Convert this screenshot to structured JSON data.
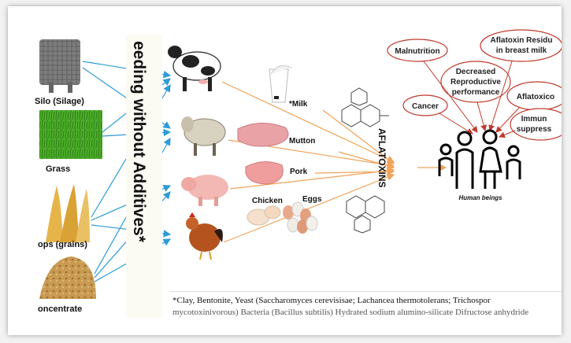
{
  "feed_sources": {
    "silo": "Silo (Silage)",
    "grass": "Grass",
    "crops": "ops (grains)",
    "concentrate": "oncentrate"
  },
  "vertical_title": "eeding without Additives*",
  "products": {
    "milk": "*Milk",
    "mutton": "Mutton",
    "pork": "Pork",
    "chicken": "Chicken",
    "eggs": "Eggs"
  },
  "aflatoxins_label": "AFLATOXINS",
  "human_label": "Human beings",
  "effects": [
    {
      "lines": [
        "Malnutrition"
      ]
    },
    {
      "lines": [
        "Aflatoxin Residu",
        "in breast milk"
      ]
    },
    {
      "lines": [
        "Decreased",
        "Reproductive",
        "performance"
      ]
    },
    {
      "lines": [
        "Aflatoxico"
      ]
    },
    {
      "lines": [
        "Cancer"
      ]
    },
    {
      "lines": [
        "Immun",
        "suppress"
      ]
    }
  ],
  "footnote": {
    "line1": "*Clay, Bentonite, Yeast (Saccharomyces cerevisisae; Lachancea thermotolerans; Trichospor",
    "line2": "mycotoxinivorous) Bacteria (Bacillus subtilis) Hydrated sodium alumino-silicate Difructose anhydride"
  },
  "colors": {
    "blue_arrow": "#2e9bd6",
    "orange_arrow": "#f0a35a",
    "red_arrow": "#c0392b",
    "bubble_border": "#c0392b"
  }
}
